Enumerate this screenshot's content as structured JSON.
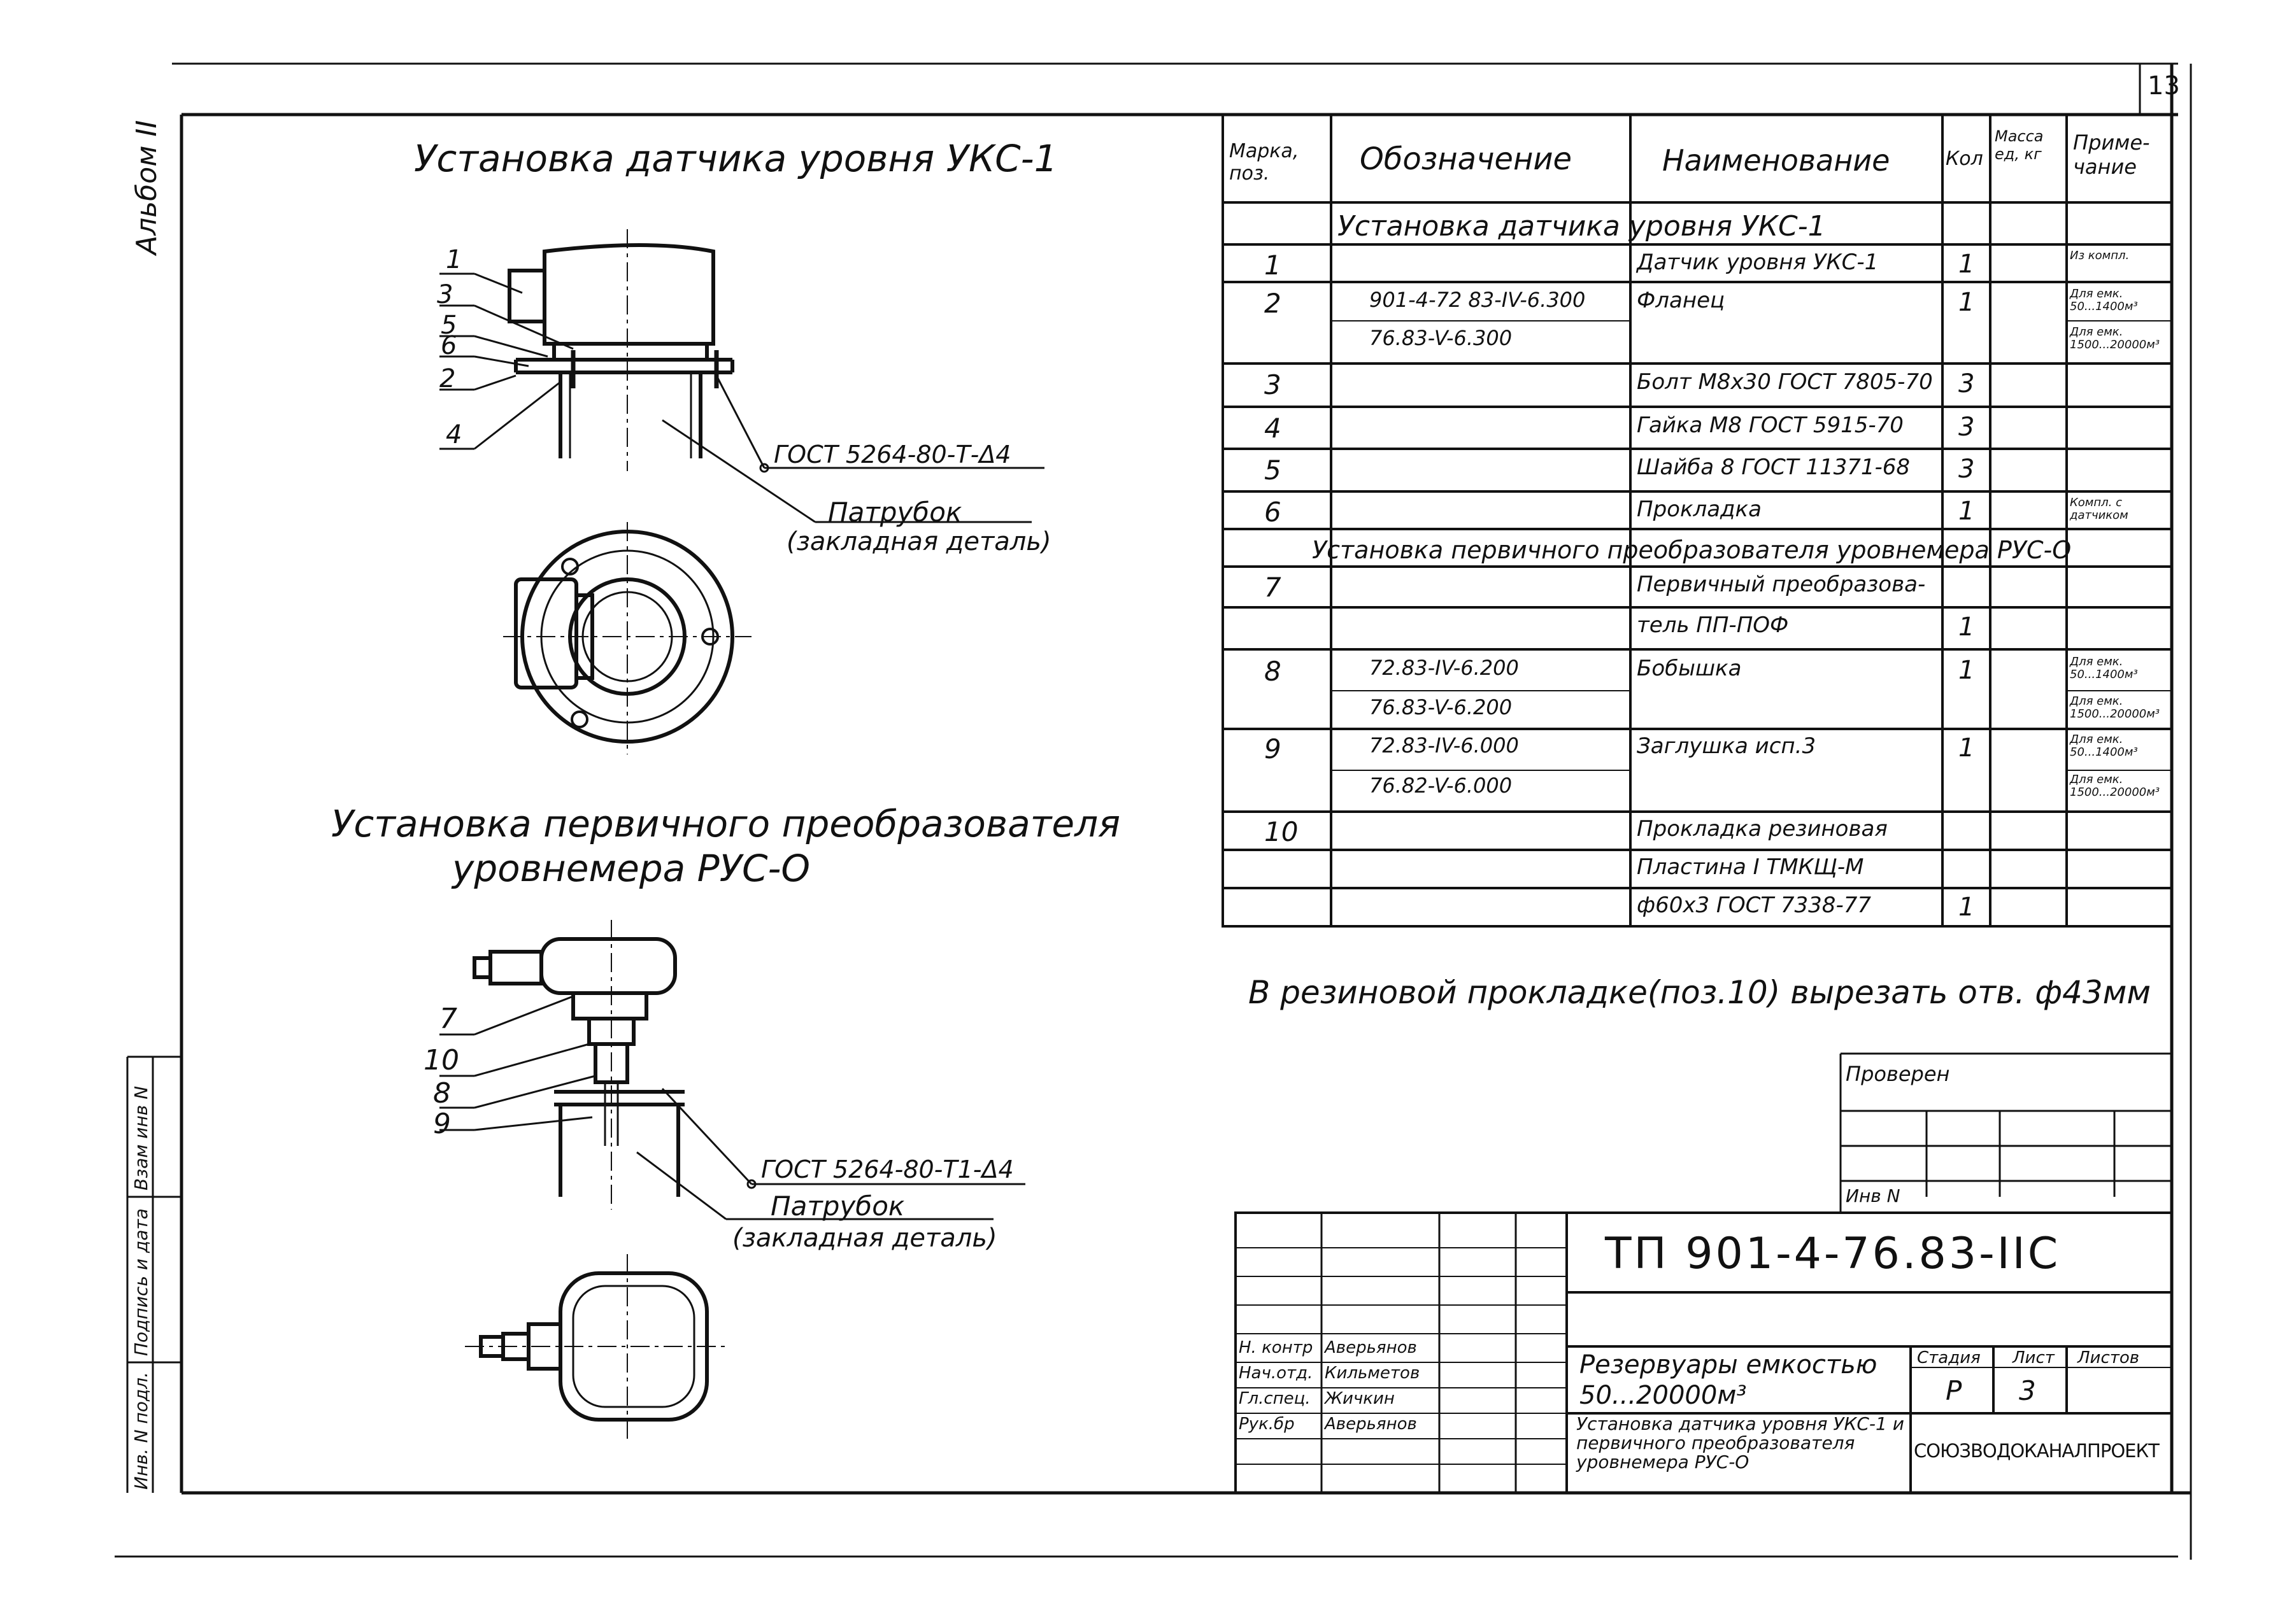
{
  "page_number": "13",
  "album_label": "Альбом II",
  "side_stamp": {
    "inv_original": "Инв. N подл.",
    "sign_date": "Подпись и дата",
    "replace_inv": "Взам инв N"
  },
  "drawing1": {
    "title": "Установка датчика уровня УКС-1",
    "callouts": [
      "1",
      "3",
      "5",
      "6",
      "2",
      "4"
    ],
    "gost_note": "ГОСТ 5264-80-Т-Δ4",
    "pipe_label": "Патрубок",
    "pipe_sub": "(закладная деталь)"
  },
  "drawing2": {
    "title_line1": "Установка первичного преобразователя",
    "title_line2": "уровнемера РУС-О",
    "callouts": [
      "7",
      "10",
      "8",
      "9"
    ],
    "gost_note": "ГОСТ 5264-80-Т1-Δ4",
    "pipe_label": "Патрубок",
    "pipe_sub": "(закладная деталь)"
  },
  "spec_table": {
    "headers": {
      "mark": "Марка, поз.",
      "designation": "Обозначение",
      "name": "Наименование",
      "qty": "Кол",
      "mass": "Масса ед, кг",
      "note": "Приме- чание"
    },
    "section1": "Установка датчика уровня УКС-1",
    "section2": "Установка первичного преобразователя уровнемера РУС-О",
    "rows": [
      {
        "pos": "1",
        "designation": "",
        "name": "Датчик уровня УКС-1",
        "qty": "1",
        "note": "Из компл."
      },
      {
        "pos": "2",
        "designation": "901-4-72 83-IV-6.300",
        "name": "Фланец",
        "qty": "1",
        "note": "Для емк. 50...1400м³"
      },
      {
        "pos": "",
        "designation": "76.83-V-6.300",
        "name": "",
        "qty": "",
        "note": "Для емк. 1500...20000м³"
      },
      {
        "pos": "3",
        "designation": "",
        "name": "Болт М8х30 ГОСТ 7805-70",
        "qty": "3",
        "note": ""
      },
      {
        "pos": "4",
        "designation": "",
        "name": "Гайка М8 ГОСТ 5915-70",
        "qty": "3",
        "note": ""
      },
      {
        "pos": "5",
        "designation": "",
        "name": "Шайба 8 ГОСТ 11371-68",
        "qty": "3",
        "note": ""
      },
      {
        "pos": "6",
        "designation": "",
        "name": "Прокладка",
        "qty": "1",
        "note": "Компл. с датчиком"
      },
      {
        "pos": "7",
        "designation": "",
        "name": "Первичный преобразова-",
        "qty": "",
        "note": ""
      },
      {
        "pos": "",
        "designation": "",
        "name": "тель ПП-ПОФ",
        "qty": "1",
        "note": ""
      },
      {
        "pos": "8",
        "designation": "72.83-IV-6.200",
        "name": "Бобышка",
        "qty": "1",
        "note": "Для емк. 50...1400м³"
      },
      {
        "pos": "",
        "designation": "76.83-V-6.200",
        "name": "",
        "qty": "",
        "note": "Для емк. 1500...20000м³"
      },
      {
        "pos": "9",
        "designation": "72.83-IV-6.000",
        "name": "Заглушка исп.3",
        "qty": "1",
        "note": "Для емк. 50...1400м³"
      },
      {
        "pos": "",
        "designation": "76.82-V-6.000",
        "name": "",
        "qty": "",
        "note": "Для емк. 1500...20000м³"
      },
      {
        "pos": "10",
        "designation": "",
        "name": "Прокладка резиновая",
        "qty": "",
        "note": ""
      },
      {
        "pos": "",
        "designation": "",
        "name": "Пластина I ТМКЩ-М",
        "qty": "",
        "note": ""
      },
      {
        "pos": "",
        "designation": "",
        "name": "ф60х3 ГОСТ 7338-77",
        "qty": "1",
        "note": ""
      }
    ]
  },
  "cut_note": "В резиновой прокладке(поз.10) вырезать отв. ф43мм",
  "checked_block": {
    "checked": "Проверен",
    "inv": "Инв N"
  },
  "title_block": {
    "doc_code": "ТП 901-4-76.83-IIС",
    "object": "Резервуары емкостью 50...20000м³",
    "sheet_title": "Установка датчика уровня УКС-1 и первичного преобразователя уровнемера РУС-О",
    "stage_label": "Стадия",
    "sheet_label": "Лист",
    "sheets_label": "Листов",
    "stage": "Р",
    "sheet": "3",
    "org": "СОЮЗВОДОКАНАЛПРОЕКТ",
    "people": [
      {
        "role": "Н. контр",
        "name": "Аверьянов"
      },
      {
        "role": "Нач.отд.",
        "name": "Кильметов"
      },
      {
        "role": "Гл.спец.",
        "name": "Жичкин"
      },
      {
        "role": "Рук.бр",
        "name": "Аверьянов"
      }
    ]
  }
}
